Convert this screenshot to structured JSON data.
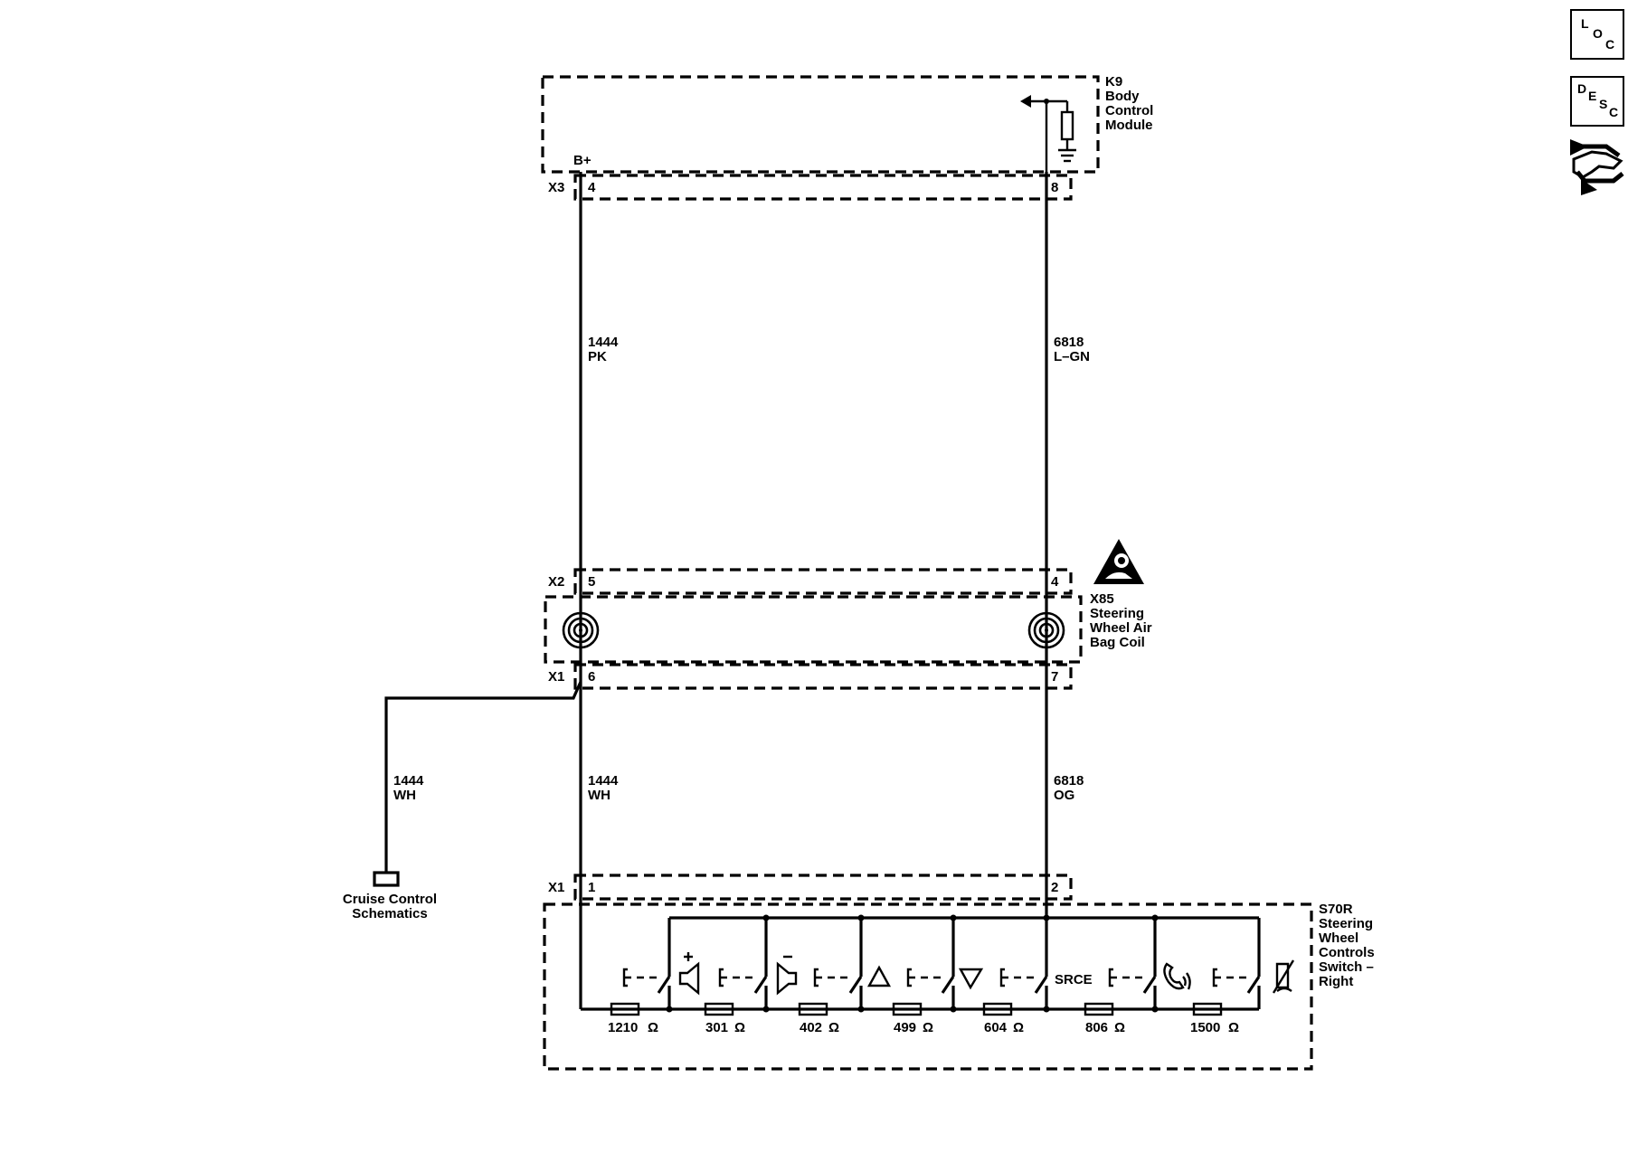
{
  "nav_buttons": {
    "loc": {
      "l1": "L",
      "l2": "O",
      "l3": "C"
    },
    "desc": {
      "l1": "D",
      "l2": "E",
      "l3": "S",
      "l4": "C"
    }
  },
  "modules": {
    "k9": {
      "ref": "K9",
      "name_lines": [
        "Body",
        "Control",
        "Module"
      ]
    },
    "x85": {
      "ref": "X85",
      "name_lines": [
        "Steering",
        "Wheel Air",
        "Bag Coil"
      ]
    },
    "s70r": {
      "ref": "S70R",
      "name_lines": [
        "Steering",
        "Wheel",
        "Controls",
        "Switch –",
        "Right"
      ]
    }
  },
  "connectors": {
    "x3": {
      "label": "X3",
      "pins": [
        "4",
        "8"
      ]
    },
    "x2": {
      "label": "X2",
      "pins": [
        "5",
        "4"
      ]
    },
    "x1_coil": {
      "label": "X1",
      "pins": [
        "6",
        "7"
      ]
    },
    "x1_switch": {
      "label": "X1",
      "pins": [
        "1",
        "2"
      ]
    }
  },
  "supply_label": "B+",
  "wires": {
    "upper_left": {
      "circuit": "1444",
      "color": "PK"
    },
    "upper_right": {
      "circuit": "6818",
      "color": "L–GN"
    },
    "lower_branch": {
      "circuit": "1444",
      "color": "WH"
    },
    "lower_left": {
      "circuit": "1444",
      "color": "WH"
    },
    "lower_right": {
      "circuit": "6818",
      "color": "OG"
    }
  },
  "reference": {
    "lines": [
      "Cruise Control",
      "Schematics"
    ]
  },
  "source_label": "SRCE",
  "resistors": [
    {
      "value": "1210"
    },
    {
      "value": "301"
    },
    {
      "value": "402"
    },
    {
      "value": "499"
    },
    {
      "value": "604"
    },
    {
      "value": "806"
    },
    {
      "value": "1500"
    }
  ],
  "ohm_symbol": "Ω",
  "switch_icons": [
    "volume-up-icon",
    "volume-down-icon",
    "seek-up-icon",
    "seek-down-icon",
    "source-label",
    "phone-voice-icon",
    "mute-icon"
  ]
}
